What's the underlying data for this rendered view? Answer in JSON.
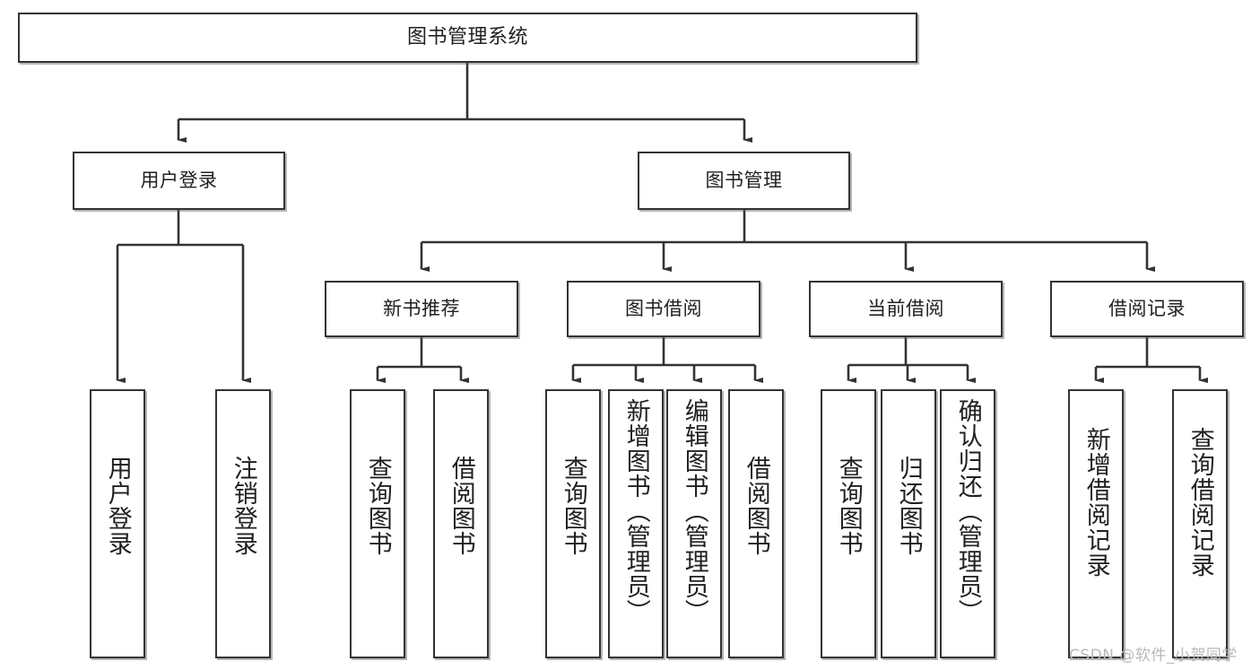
{
  "diagram": {
    "type": "hierarchy-tree",
    "title": "图书管理系统",
    "levels": [
      {
        "level": 1,
        "nodes": [
          {
            "id": "root",
            "label": "图书管理系统",
            "orientation": "horizontal"
          }
        ]
      },
      {
        "level": 2,
        "nodes": [
          {
            "id": "user-login",
            "label": "用户登录",
            "orientation": "horizontal",
            "parent": "root"
          },
          {
            "id": "book-manage",
            "label": "图书管理",
            "orientation": "horizontal",
            "parent": "root"
          }
        ]
      },
      {
        "level": 3,
        "nodes": [
          {
            "id": "new-book-rec",
            "label": "新书推荐",
            "orientation": "horizontal",
            "parent": "book-manage"
          },
          {
            "id": "book-borrow",
            "label": "图书借阅",
            "orientation": "horizontal",
            "parent": "book-manage"
          },
          {
            "id": "current-borrow",
            "label": "当前借阅",
            "orientation": "horizontal",
            "parent": "book-manage"
          },
          {
            "id": "borrow-record",
            "label": "借阅记录",
            "orientation": "horizontal",
            "parent": "book-manage"
          }
        ]
      },
      {
        "level": 4,
        "nodes": [
          {
            "id": "leaf-user-login",
            "label": "用户登录",
            "orientation": "vertical",
            "parent": "user-login"
          },
          {
            "id": "leaf-logout",
            "label": "注销登录",
            "orientation": "vertical",
            "parent": "user-login"
          },
          {
            "id": "leaf-query-book-1",
            "label": "查询图书",
            "orientation": "vertical",
            "parent": "new-book-rec"
          },
          {
            "id": "leaf-borrow-book-1",
            "label": "借阅图书",
            "orientation": "vertical",
            "parent": "new-book-rec"
          },
          {
            "id": "leaf-query-book-2",
            "label": "查询图书",
            "orientation": "vertical",
            "parent": "book-borrow"
          },
          {
            "id": "leaf-add-book",
            "label": "新增图书（管理员）",
            "orientation": "vertical",
            "parent": "book-borrow"
          },
          {
            "id": "leaf-edit-book",
            "label": "编辑图书（管理员）",
            "orientation": "vertical",
            "parent": "book-borrow"
          },
          {
            "id": "leaf-borrow-book-2",
            "label": "借阅图书",
            "orientation": "vertical",
            "parent": "book-borrow"
          },
          {
            "id": "leaf-query-book-3",
            "label": "查询图书",
            "orientation": "vertical",
            "parent": "current-borrow"
          },
          {
            "id": "leaf-return-book",
            "label": "归还图书",
            "orientation": "vertical",
            "parent": "current-borrow"
          },
          {
            "id": "leaf-confirm-return",
            "label": "确认归还（管理员）",
            "orientation": "vertical",
            "parent": "current-borrow"
          },
          {
            "id": "leaf-add-record",
            "label": "新增借阅记录",
            "orientation": "vertical",
            "parent": "borrow-record"
          },
          {
            "id": "leaf-query-record",
            "label": "查询借阅记录",
            "orientation": "vertical",
            "parent": "borrow-record"
          }
        ]
      }
    ],
    "colors": {
      "stroke": "#333333",
      "fill": "#ffffff",
      "text": "#202020",
      "watermark": "#b9b9b9"
    }
  },
  "watermark": {
    "text": "CSDN @软件_小贺同学"
  }
}
